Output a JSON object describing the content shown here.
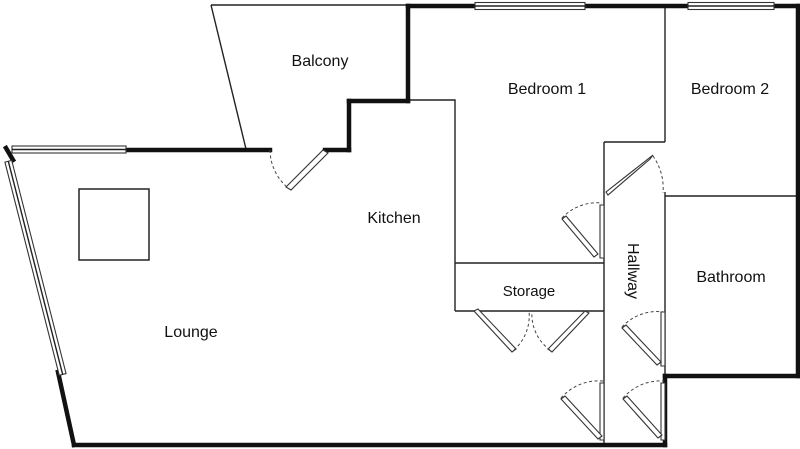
{
  "rooms": {
    "balcony": "Balcony",
    "bedroom1": "Bedroom 1",
    "bedroom2": "Bedroom 2",
    "kitchen": "Kitchen",
    "storage": "Storage",
    "hallway": "Hallway",
    "bathroom": "Bathroom",
    "lounge": "Lounge"
  }
}
